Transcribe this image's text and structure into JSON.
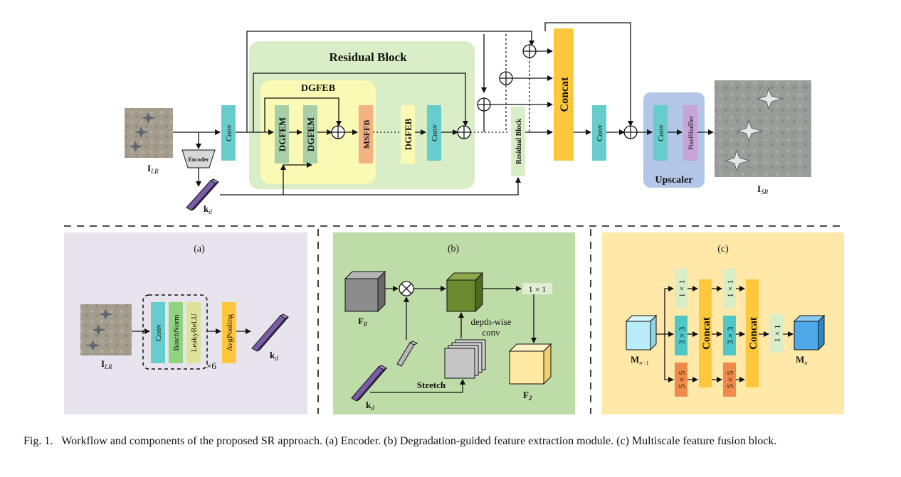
{
  "top": {
    "residual_block_title": "Residual Block",
    "dgfeb_title": "DGFEB",
    "conv": "Conv",
    "encoder": "Encoder",
    "dgfem": "DGFEM",
    "msffb": "MSFFB",
    "dgfeb": "DGFEB",
    "residual_block_small": "Residual Block",
    "concat": "Concat",
    "pixelshuffler": "PixelShuffler",
    "upscaler": "Upscaler",
    "i_lr": "I",
    "i_lr_sub": "LR",
    "i_sr": "I",
    "i_sr_sub": "SR",
    "k": "k",
    "k_sub": "d"
  },
  "panel_a": {
    "label": "(a)",
    "conv": "Conv",
    "batchnorm": "BatchNorm",
    "leakyrelu": "LeakyReLU",
    "avgpooling": "AvgPooling",
    "times6": "×6",
    "i_lr": "I",
    "i_lr_sub": "LR",
    "k": "k",
    "k_sub": "d"
  },
  "panel_b": {
    "label": "(b)",
    "f0": "F",
    "f0_sub": "0",
    "f2": "F",
    "f2_sub": "2",
    "one_by_one": "1 × 1",
    "depthwise_1": "depth-wise",
    "depthwise_2": "conv",
    "stretch": "Stretch",
    "k": "k",
    "k_sub": "d"
  },
  "panel_c": {
    "label": "(c)",
    "k1": "1 × 1",
    "k3": "3 × 3",
    "k5": "5 × 5",
    "concat": "Concat",
    "m_prev": "M",
    "m_prev_sub": "n−1",
    "m_n": "M",
    "m_n_sub": "n"
  },
  "caption": {
    "label": "Fig. 1.",
    "text": "Workflow and components of the proposed SR approach. (a) Encoder. (b) Degradation-guided feature extraction module. (c) Multiscale feature fusion block."
  },
  "colors": {
    "conv": "#66CCCC",
    "residual_bg": "#D9EDC6",
    "dgfeb_bg": "#FAFAB4",
    "dgfem": "#A8CFA8",
    "msffb": "#F4B183",
    "concat": "#FFC83C",
    "upscaler_bg": "#B4C6E7",
    "pixelshuffler": "#C9A4D9",
    "panel_a_bg": "#E8E4EE",
    "panel_b_bg": "#BEDCA8",
    "panel_c_bg": "#FFE8A8",
    "kd_bar": "#7B5CA8"
  }
}
